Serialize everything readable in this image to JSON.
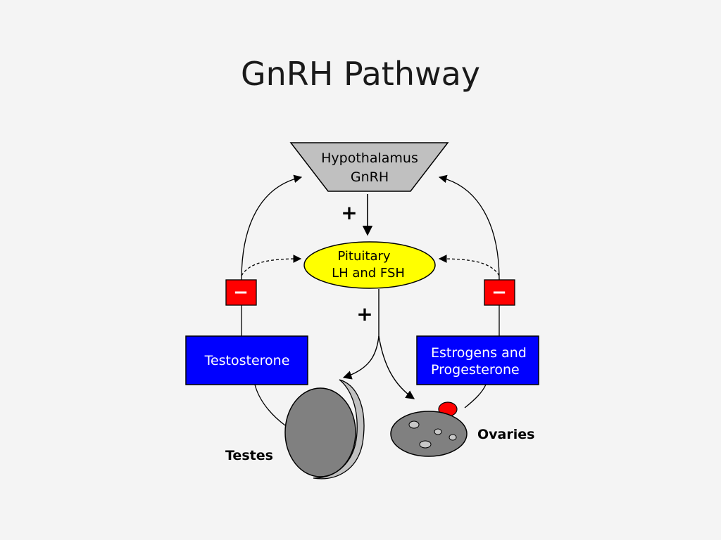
{
  "slide": {
    "title": "GnRH Pathway"
  },
  "diagram": {
    "hypothalamus": {
      "line1": "Hypothalamus",
      "line2": "GnRH"
    },
    "pituitary": {
      "line1": "Pituitary",
      "line2": "LH and FSH"
    },
    "testosterone": {
      "label": "Testosterone"
    },
    "estrogens": {
      "line1": "Estrogens and",
      "line2": "Progesterone"
    },
    "testes": {
      "label": "Testes"
    },
    "ovaries": {
      "label": "Ovaries"
    },
    "stimulation_symbol": "+",
    "inhibition_symbol": "−"
  },
  "colors": {
    "hypothalamus_fill": "#c0c0c0",
    "pituitary_fill": "#ffff00",
    "hormone_box_fill": "#0000ff",
    "inhibition_fill": "#ff0000",
    "organ_gray": "#808080",
    "ovary_follicle": "#ff0000"
  }
}
